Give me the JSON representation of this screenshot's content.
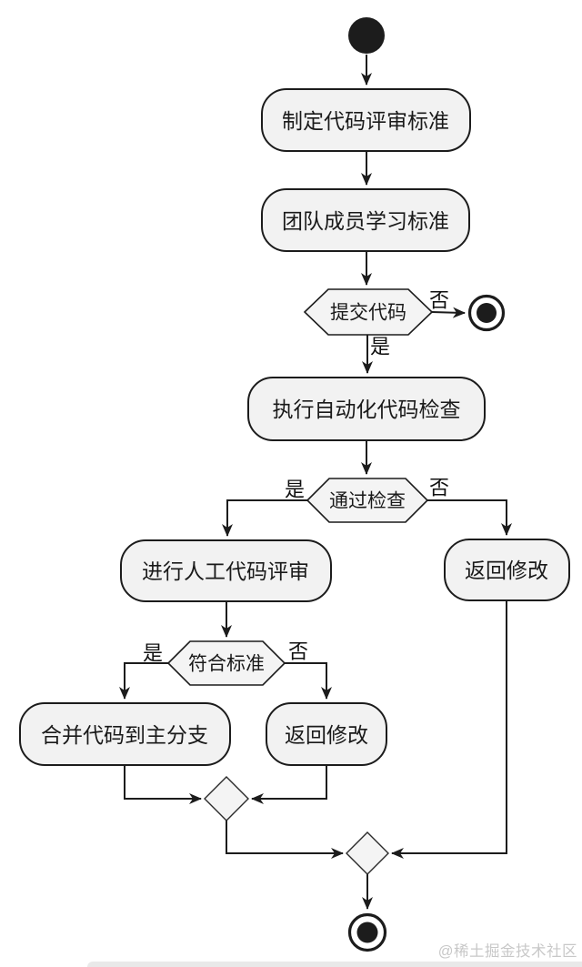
{
  "diagram": {
    "title": "code-review-activity-flowchart",
    "activities": {
      "a1": "制定代码评审标准",
      "a2": "团队成员学习标准",
      "a3": "执行自动化代码检查",
      "a4": "进行人工代码评审",
      "a5": "返回修改",
      "a6": "合并代码到主分支",
      "a7": "返回修改"
    },
    "decisions": {
      "d1": "提交代码",
      "d2": "通过检查",
      "d3": "符合标准"
    },
    "edge_labels": {
      "d1_yes": "是",
      "d1_no": "否",
      "d2_yes": "是",
      "d2_no": "否",
      "d3_yes": "是",
      "d3_no": "否"
    },
    "colors": {
      "node_fill": "#f2f2f2",
      "node_border": "#1c1c1c",
      "line": "#1c1c1c",
      "text": "#1a1a1a",
      "watermark": "#c8c8c8"
    }
  },
  "watermark": "@稀土掘金技术社区"
}
